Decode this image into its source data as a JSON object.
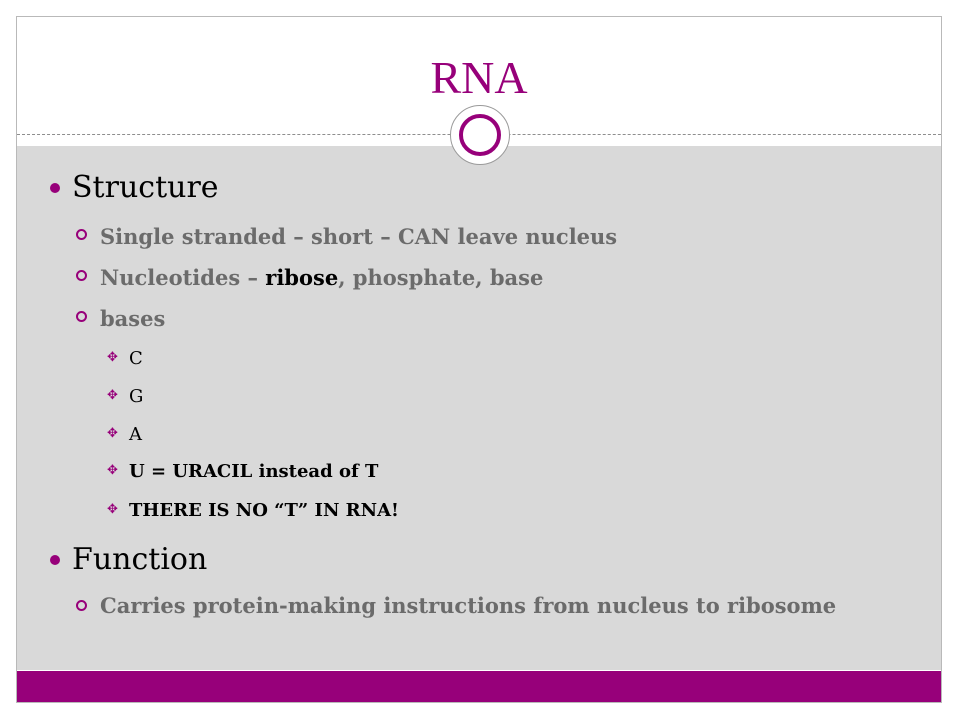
{
  "slide": {
    "title": "RNA",
    "colors": {
      "accent": "#97007a",
      "content_bg": "#d9d9d9",
      "sub_text": "#6b6b6b"
    }
  },
  "sections": [
    {
      "heading": "Structure",
      "items": [
        {
          "text_before": "Single stranded – short – CAN leave nucleus"
        },
        {
          "text_before": "Nucleotides – ",
          "text_emph": "ribose",
          "text_after": ", phosphate, base"
        },
        {
          "text_before": "bases"
        }
      ],
      "bases": [
        "C",
        "G",
        "A",
        "U = URACIL instead of T",
        "THERE IS NO “T” IN RNA!"
      ]
    },
    {
      "heading": "Function",
      "items": [
        {
          "text_before": "Carries protein-making instructions from nucleus to ribosome"
        }
      ]
    }
  ],
  "icons": {
    "bullet_l1": "dot",
    "bullet_l2": "ring",
    "bullet_l3": "cross-mark-icon"
  }
}
